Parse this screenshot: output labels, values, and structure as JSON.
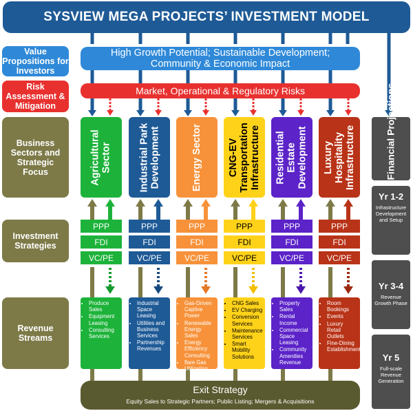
{
  "title": "SYSVIEW MEGA PROJECTS’ INVESTMENT MODEL",
  "value_bar": {
    "line1": "High Growth Potential; Sustainable Development;",
    "line2": "Community & Economic Impact"
  },
  "risk_bar": "Market, Operational & Regulatory Risks",
  "left_labels": {
    "value": "Value Propositions for Investors",
    "risk": "Risk Assessment & Mitigation",
    "sectors": "Business Sectors and Strategic Focus",
    "investment": "Investment Strategies",
    "revenue": "Revenue Streams"
  },
  "sectors": [
    {
      "name": "Agricultural\nSector",
      "color": "#1db33a",
      "dark": "#159a2c",
      "revenue": [
        "Produce Sales",
        "Equipment Leasing",
        "Consulting Services"
      ]
    },
    {
      "name": "Industrial Park\nDevelopment",
      "color": "#1e5a96",
      "dark": "#164a7e",
      "revenue": [
        "Industrial Space Leasing",
        "Utilities and Business Services",
        "Partnership Revenues"
      ]
    },
    {
      "name": "Energy Sector",
      "color": "#f7923a",
      "dark": "#e5792a",
      "revenue": [
        "Gas-Driven Captive Power",
        "Renewable Energy Sales",
        "Energy Efficiency Consulting",
        "flare Gas Utilization"
      ]
    },
    {
      "name": "CNG-EV\nTransportation\nInfrastructure",
      "color": "#ffd21a",
      "dark": "#f2bf00",
      "text": "#000000",
      "revenue": [
        "CNG Sales",
        "EV Charging",
        "Conversion Services",
        "Maintenance Services",
        "Smart Mobility Solutions"
      ]
    },
    {
      "name": "Residential\nEstate\nDevelopment",
      "color": "#5b23c8",
      "dark": "#4a17ad",
      "revenue": [
        "Property Sales",
        "Rental Income",
        "Commercial Space Leasing",
        "Community Amenities Revenue"
      ]
    },
    {
      "name": "Luxury\nHospitality\nInfrastructure",
      "color": "#b83317",
      "dark": "#9c2810",
      "revenue": [
        "Room Bookings",
        "Events",
        "Luxury Retail Outlets",
        "Fine-Dining Establishments"
      ]
    }
  ],
  "investment_rows": [
    "PPP",
    "FDI",
    "VC/PE"
  ],
  "financial": {
    "title": "Financial Projections",
    "phases": [
      {
        "year": "Yr 1-2",
        "desc": "Infrastructure Development and Setup"
      },
      {
        "year": "Yr 3-4",
        "desc": "Revenue Growth Phase"
      },
      {
        "year": "Yr 5",
        "desc": "Full-scale Revenue Generation"
      }
    ]
  },
  "exit": {
    "title": "Exit Strategy",
    "sub": "Equity Sales to Strategic Partners; Public Listing; Mergers & Acquisitions"
  },
  "colors": {
    "navy": "#1e5a96",
    "olive": "#7d7a48",
    "risk": "#e8312f",
    "blue": "#2f89d8",
    "gray": "#4e4e4e"
  }
}
